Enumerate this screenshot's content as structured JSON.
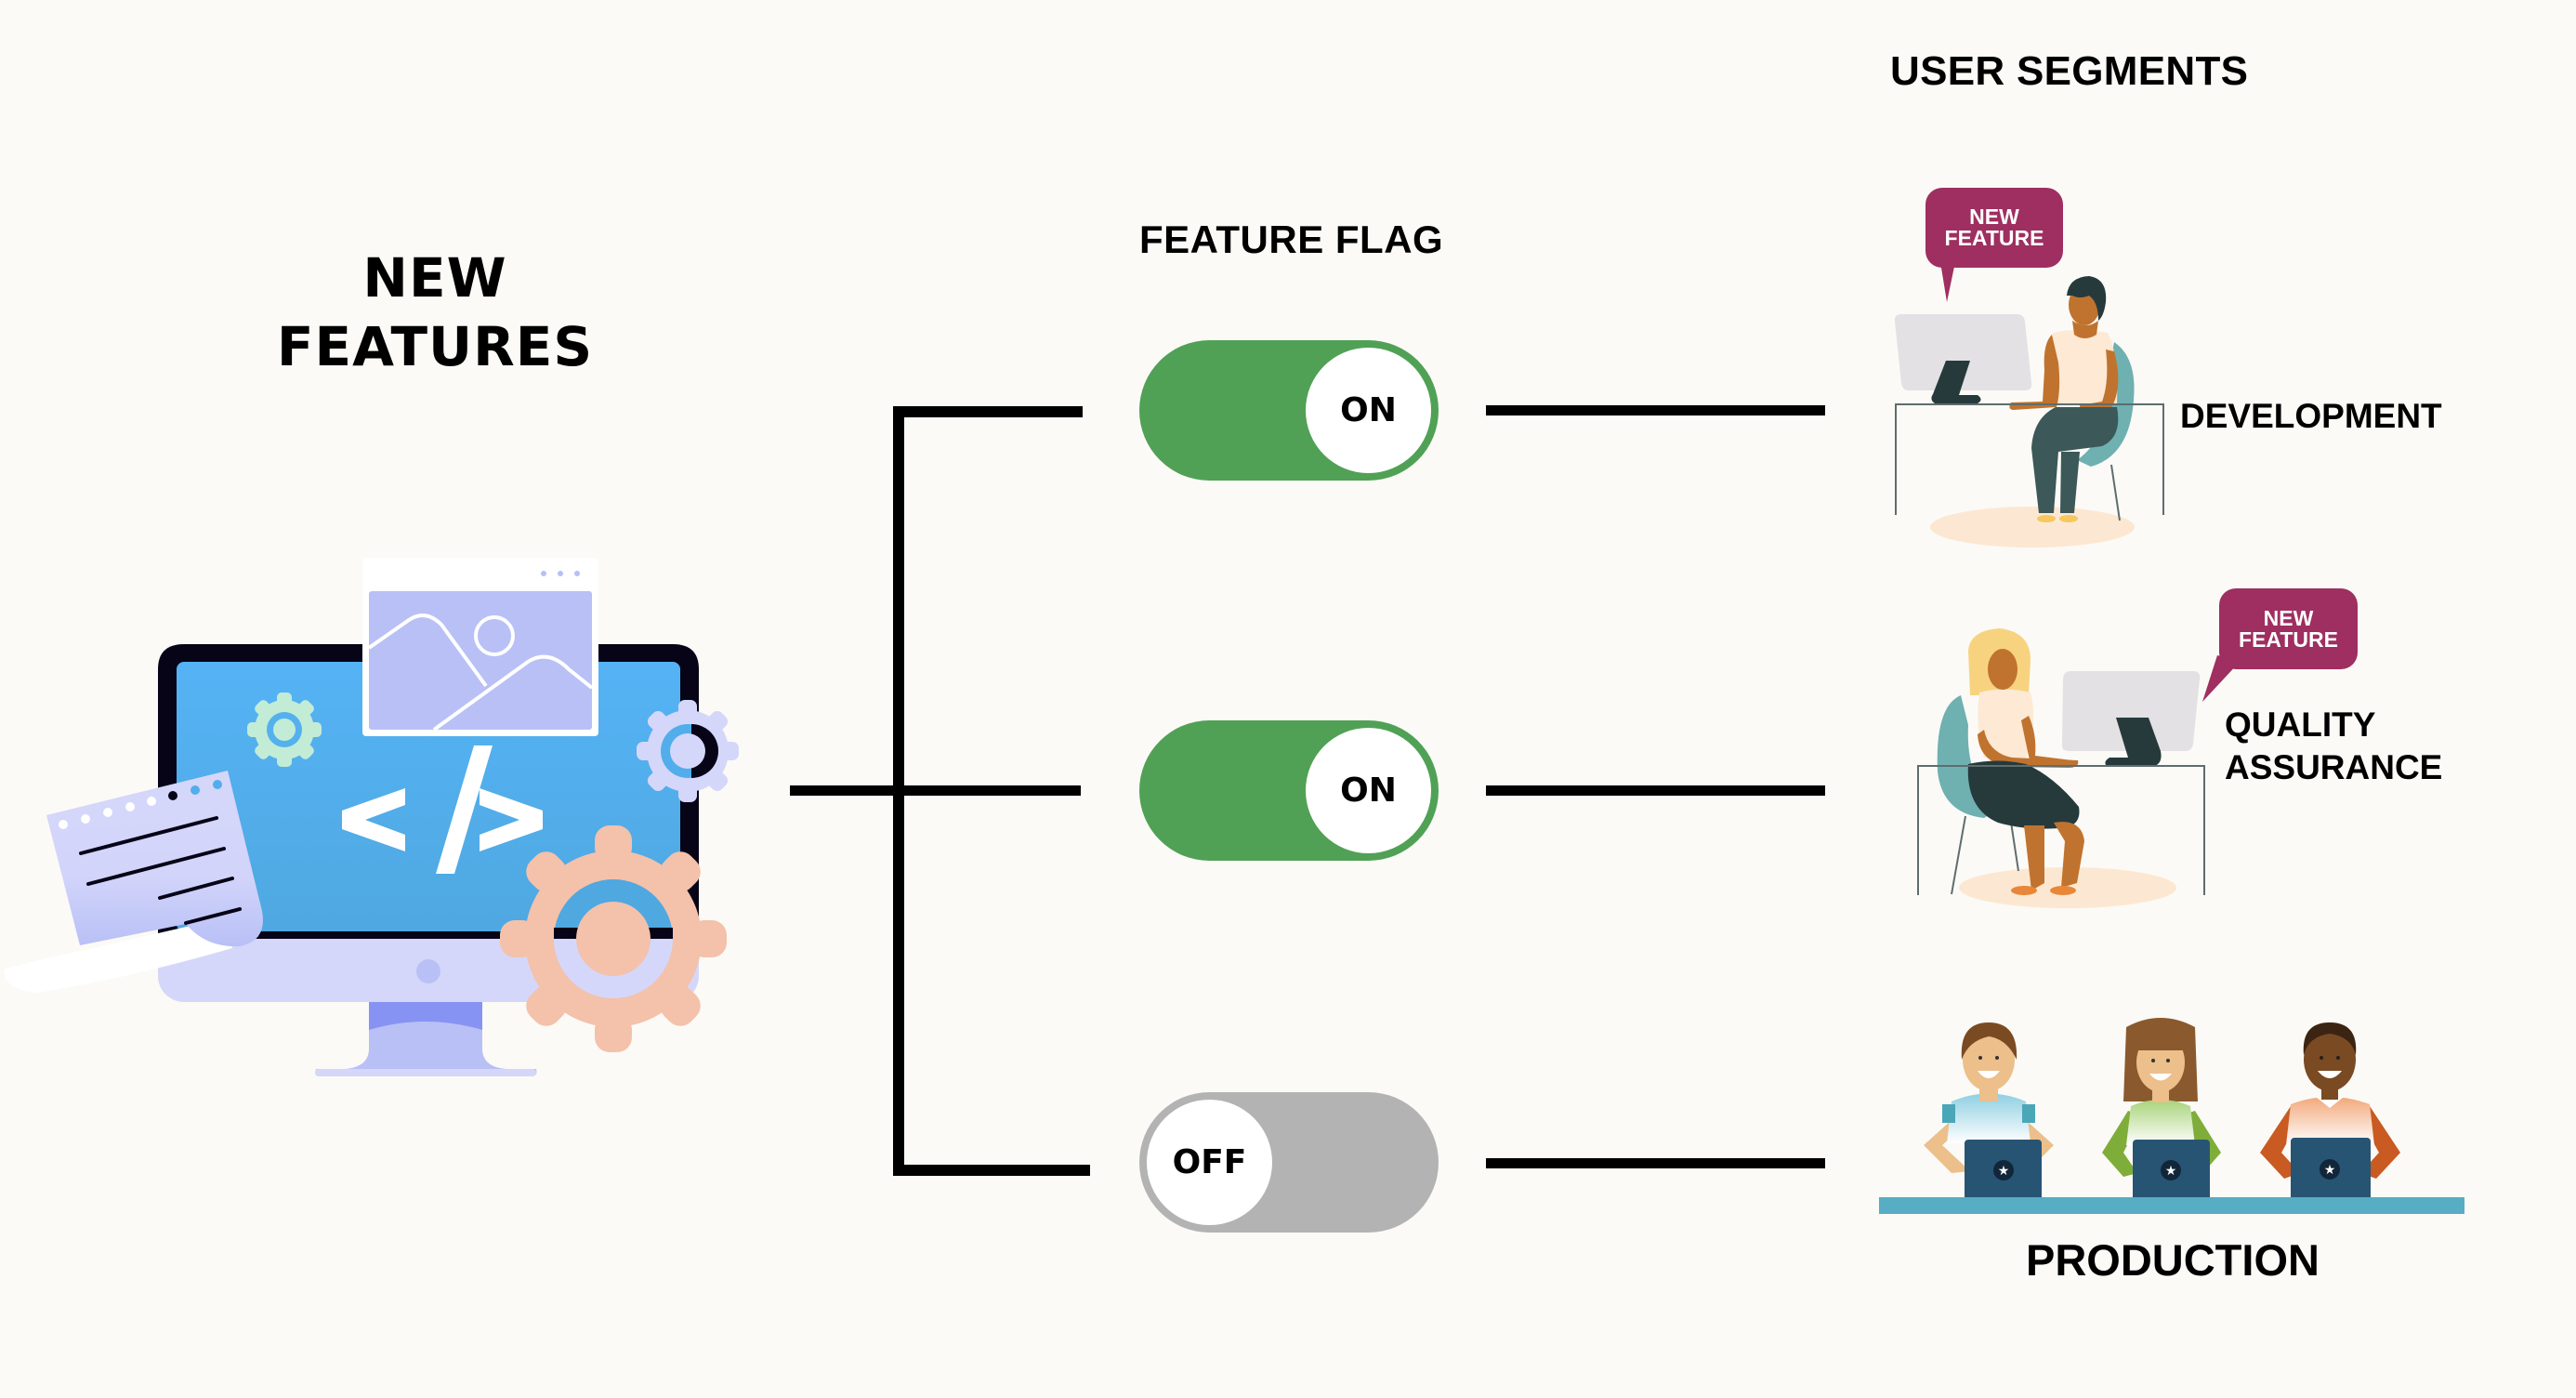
{
  "titles": {
    "new_features_line1": "NEW",
    "new_features_line2": "FEATURES",
    "feature_flag": "FEATURE FLAG",
    "user_segments": "USER SEGMENTS"
  },
  "feature_code_symbol": "</>",
  "flags": [
    {
      "state": "on",
      "label": "ON",
      "segment": "development"
    },
    {
      "state": "on",
      "label": "ON",
      "segment": "quality-assurance"
    },
    {
      "state": "off",
      "label": "OFF",
      "segment": "production"
    }
  ],
  "segments": {
    "development": {
      "label": "DEVELOPMENT",
      "bubble_line1": "NEW",
      "bubble_line2": "FEATURE"
    },
    "quality_assurance": {
      "label_line1": "QUALITY",
      "label_line2": "ASSURANCE",
      "bubble_line1": "NEW",
      "bubble_line2": "FEATURE"
    },
    "production": {
      "label": "PRODUCTION"
    }
  },
  "colors": {
    "background": "#fbfaf6",
    "toggle_on": "#50a155",
    "toggle_off": "#b3b3b3",
    "bubble": "#9e2f60",
    "connector": "#000000",
    "monitor_screen": "#52b0ef",
    "desk_bar": "#57adc3"
  },
  "icons": {
    "computer": "monitor-code-icon",
    "image_card": "image-icon",
    "notepad": "notepad-icon",
    "gear": "gear-icon",
    "developer": "developer-at-desk-icon",
    "qa": "qa-tester-at-desk-icon",
    "users": "users-with-laptops-icon"
  }
}
